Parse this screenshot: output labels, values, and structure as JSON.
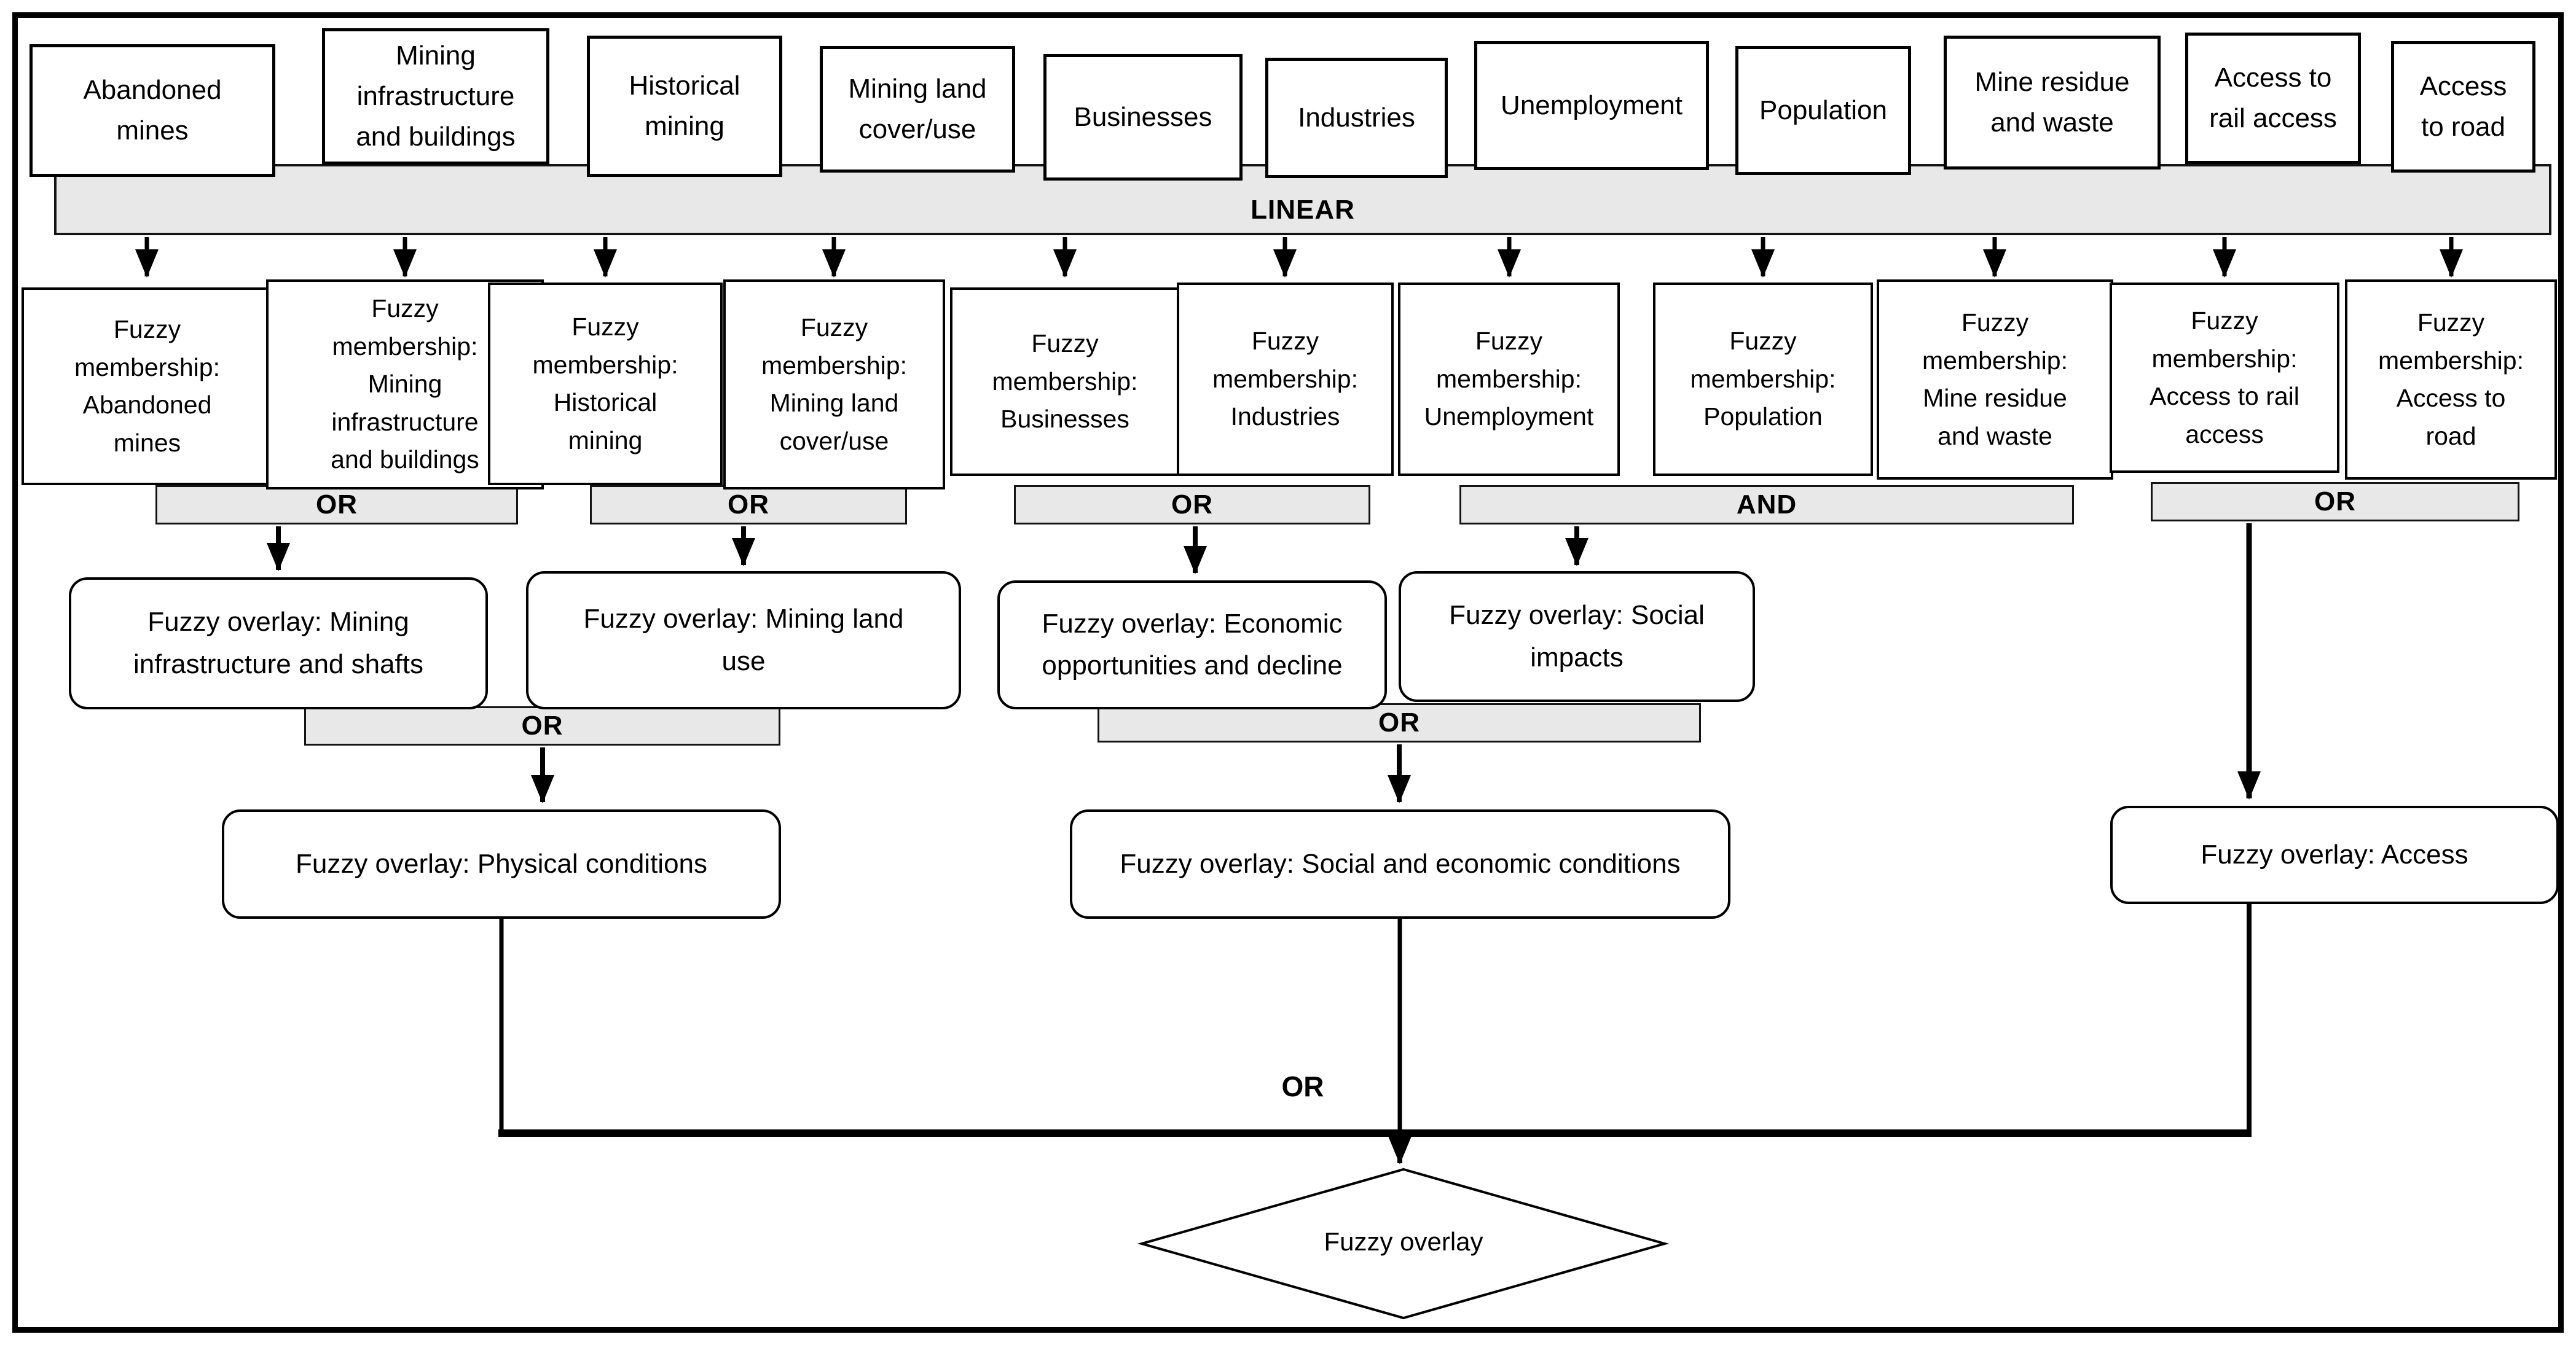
{
  "palette": {
    "bar_fill": "#e8e8e8",
    "line_color": "#000000",
    "box_fill": "#ffffff"
  },
  "linear_bar": {
    "label": "LINEAR"
  },
  "inputs": [
    "Abandoned\nmines",
    "Mining\ninfrastructure\nand buildings",
    "Historical\nmining",
    "Mining land\ncover/use",
    "Businesses",
    "Industries",
    "Unemployment",
    "Population",
    "Mine residue\nand waste",
    "Access to\nrail access",
    "Access\nto road"
  ],
  "memberships": [
    "Fuzzy\nmembership:\nAbandoned\nmines",
    "Fuzzy\nmembership:\nMining\ninfrastructure\nand buildings",
    "Fuzzy\nmembership:\nHistorical\nmining",
    "Fuzzy\nmembership:\nMining land\ncover/use",
    "Fuzzy\nmembership:\nBusinesses",
    "Fuzzy\nmembership:\nIndustries",
    "Fuzzy\nmembership:\nUnemployment",
    "Fuzzy\nmembership:\nPopulation",
    "Fuzzy\nmembership:\nMine residue\nand waste",
    "Fuzzy\nmembership:\nAccess to rail\naccess",
    "Fuzzy\nmembership:\nAccess to\nroad"
  ],
  "operators": {
    "or_membership_1": "OR",
    "or_membership_2": "OR",
    "or_membership_3": "OR",
    "and_membership": "AND",
    "or_membership_4": "OR",
    "or_overlay_1": "OR",
    "or_overlay_2": "OR",
    "or_final": "OR"
  },
  "overlays": {
    "mining_infrastructure_shafts": "Fuzzy overlay: Mining\ninfrastructure and shafts",
    "mining_land_use": "Fuzzy overlay: Mining land\nuse",
    "economic_opportunities": "Fuzzy overlay: Economic\nopportunities and decline",
    "social_impacts": "Fuzzy overlay: Social\nimpacts",
    "physical_conditions": "Fuzzy overlay: Physical conditions",
    "social_economic_conditions": "Fuzzy overlay: Social and economic conditions",
    "access": "Fuzzy overlay: Access",
    "final": "Fuzzy overlay"
  }
}
